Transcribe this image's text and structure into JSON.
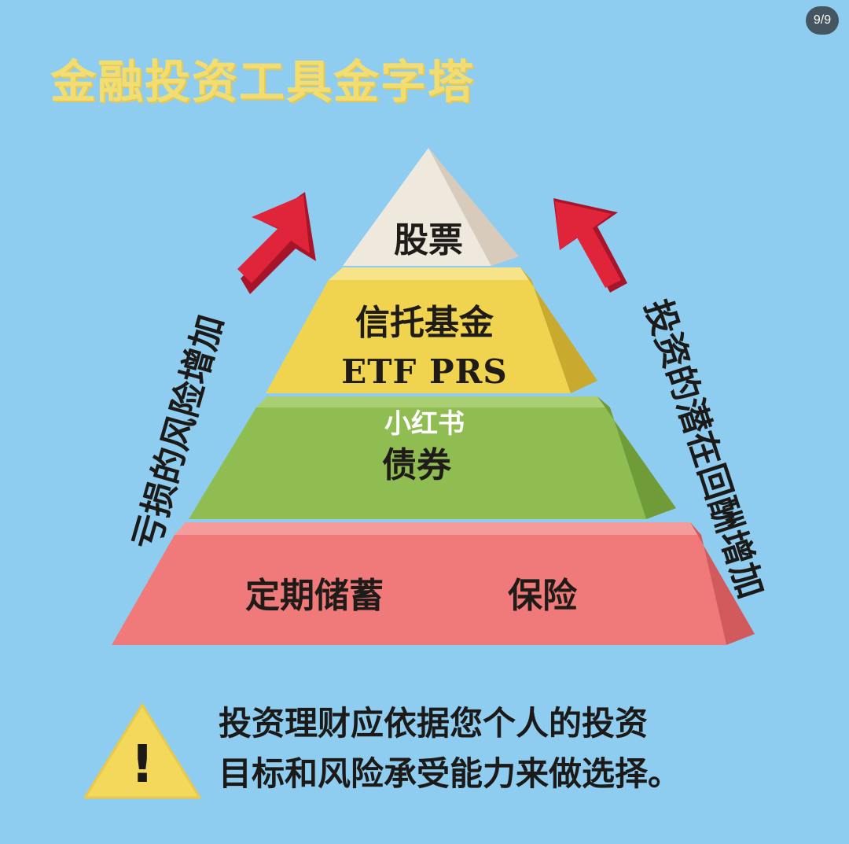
{
  "page_counter": "9/9",
  "title": "金融投资工具金字塔",
  "tiers": {
    "stocks": "股票",
    "trust_fund": "信托基金",
    "etf_prs": "ETF  PRS",
    "bonds": "债券",
    "savings": "定期储蓄",
    "insurance": "保险"
  },
  "watermark": "小红书",
  "side_labels": {
    "left": "亏损的风险增加",
    "right": "投资的潜在回酬增加"
  },
  "warning": {
    "symbol": "!",
    "line1": "投资理财应依据您个人的投资",
    "line2": "目标和风险承受能力来做选择。"
  },
  "colors": {
    "background": "#8fcdf0",
    "title": "#f2dd72",
    "tier_stocks": "#efe8dc",
    "tier_trust": "#f0d34f",
    "tier_bonds": "#8fbd52",
    "tier_savings": "#f07a7a",
    "arrow": "#e0253a",
    "warning_triangle": "#f3d85b"
  },
  "icons": {
    "arrows": "red-up-arrow-icon",
    "warning": "warning-triangle-icon"
  }
}
